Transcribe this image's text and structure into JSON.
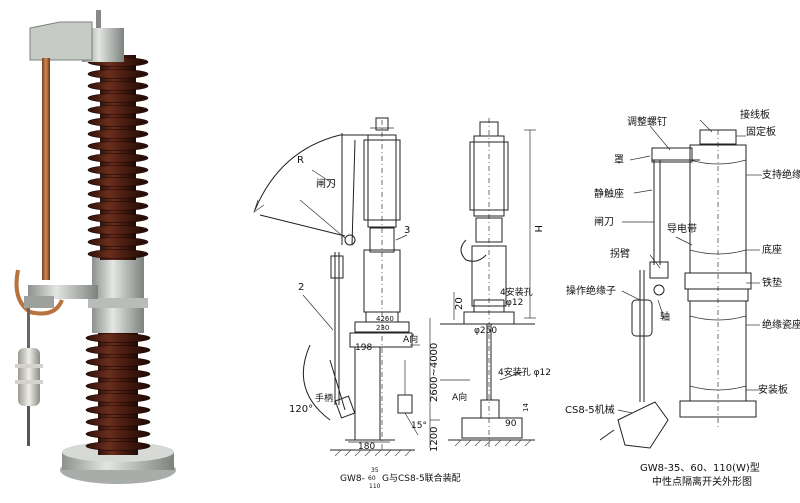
{
  "photo": {
    "insulator_color": "#5a2518",
    "metal_color": "#c9ccc8",
    "copper_color": "#b8723f"
  },
  "left_drawing": {
    "labels": {
      "r_label": "R",
      "blade": "闸刀",
      "n3": "3",
      "n2": "2",
      "d4260": "4260",
      "d230": "230",
      "d198": "198",
      "a_dir": "A向",
      "handle": "手柄",
      "angle120": "120°",
      "angle15": "15°",
      "d180": "180",
      "d2600": "2600~4000",
      "d1200": "1200"
    },
    "caption_main": "GW8-",
    "caption_sup": "35",
    "caption_mid": "60",
    "caption_sub": "110",
    "caption_tail": "G与CS8-5联合装配"
  },
  "middle_drawing": {
    "labels": {
      "h": "H",
      "d20": "20",
      "hole4": "4安装孔",
      "phi12": "φ12",
      "phi250": "φ250",
      "hole4b": "4安装孔 φ12",
      "a_dir": "A向",
      "d90": "90",
      "d14": "14"
    }
  },
  "right_drawing": {
    "labels": {
      "adj_screw": "调整螺钉",
      "connect_plate": "接线板",
      "fixed_plate": "固定板",
      "cover": "罩",
      "support_insulator": "支持绝缘子",
      "static_contact": "静触座",
      "blade": "闸刀",
      "conductive_belt": "导电带",
      "base": "底座",
      "crank_arm": "拐臂",
      "operating_insulator": "操作绝缘子",
      "iron_pad": "铁垫",
      "shaft": "轴",
      "insulating_base": "绝缘瓷座",
      "cs85": "CS8-5机械",
      "mount_plate": "安装板"
    },
    "caption_line1": "GW8-35、60、110(W)型",
    "caption_line2": "中性点隔离开关外形图"
  }
}
